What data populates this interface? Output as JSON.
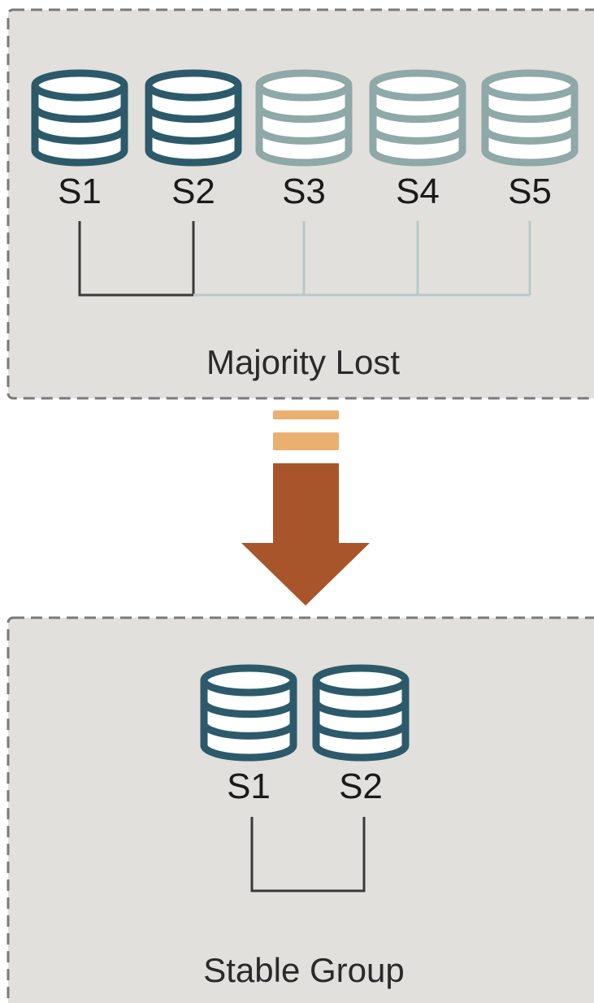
{
  "colors": {
    "panel_fill": "#e2e0dc",
    "panel_border": "#7a7a7a",
    "server_online": "#2c5a6b",
    "server_offline": "#8fa8a8",
    "link_online": "#3a3a3a",
    "link_offline": "#b8c8c8",
    "arrow_dark": "#a9552b",
    "arrow_light": "#e9b070"
  },
  "panels": {
    "top": {
      "label": "Majority Lost",
      "servers": [
        {
          "label": "S1",
          "status": "online"
        },
        {
          "label": "S2",
          "status": "online"
        },
        {
          "label": "S3",
          "status": "offline"
        },
        {
          "label": "S4",
          "status": "offline"
        },
        {
          "label": "S5",
          "status": "offline"
        }
      ]
    },
    "bottom": {
      "label": "Stable Group",
      "servers": [
        {
          "label": "S1",
          "status": "online"
        },
        {
          "label": "S2",
          "status": "online"
        }
      ]
    }
  },
  "icons": {
    "server": "database-cylinder-icon",
    "transition": "down-arrow-icon"
  }
}
